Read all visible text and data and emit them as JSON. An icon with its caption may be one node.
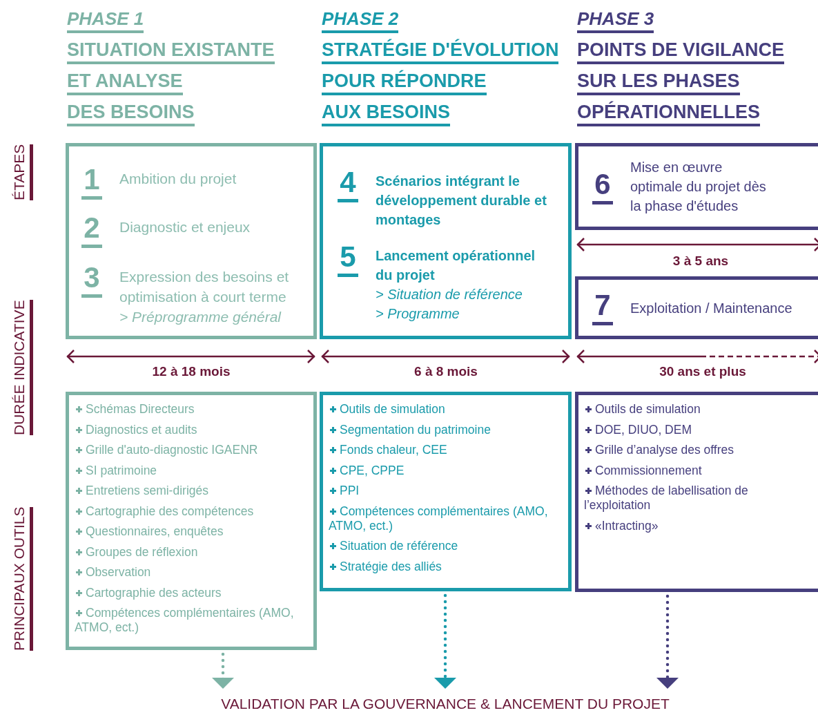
{
  "diagram": {
    "nodes": [
      {
        "text": [],
        "shape": "box"
      },
      {
        "text": [
          "1",
          "Ambition du projet"
        ],
        "in": 0
      },
      {
        "text": [
          "2",
          "Diagnostic et enjeux"
        ],
        "in": 0
      },
      {
        "text": [
          "3",
          "Expression des besoins et optimisation à court terme",
          "> Préprogramme général"
        ],
        "in": 0
      },
      {
        "text": [],
        "shape": "box"
      },
      {
        "text": [
          "4",
          "Scénarios intégrant le développement durable et montages"
        ],
        "in": 4
      },
      {
        "text": [
          "5",
          "Lancement opérationnel du projet",
          "> Situation de référence",
          "> Programme"
        ],
        "in": 4
      },
      {
        "text": [
          "6",
          "Mise en œuvre optimale du projet dès la phase d'études"
        ]
      },
      {
        "text": [
          "7",
          "Exploitation / Maintenance"
        ]
      },
      {
        "text": [
          "Schémas Directeurs",
          "Diagnostics et audits",
          "Grille d'auto-diagnostic IGAENR",
          "SI patrimoine",
          "Entretiens semi-dirigés",
          "Cartographie des compétences",
          "Questionnaires, enquêtes",
          "Groupes de réflexion",
          "Observation",
          "Cartographie des acteurs",
          "Compétences complémentaires (AMO, ATMO, ect.)"
        ]
      },
      {
        "text": [
          "Outils de simulation",
          "Segmentation du patrimoine",
          "Fonds chaleur, CEE",
          "CPE, CPPE",
          "PPI",
          "Compétences complémentaires (AMO, ATMO, ect.)",
          "Situation de référence",
          "Stratégie des alliés"
        ]
      },
      {
        "text": [
          "Outils de simulation",
          "DOE, DIUO, DEM",
          "Grille d’analyse des offres",
          "Commissionnement",
          "Méthodes de labellisation de l’exploitation",
          "«Intracting»"
        ]
      },
      {
        "text": [
          "VALIDATION PAR LA GOUVERNANCE & LANCEMENT DU PROJET"
        ]
      }
    ],
    "edges": [
      {
        "from": 9,
        "to": 12,
        "arrow": "to",
        "style": "dashed",
        "color": "#7db3a5"
      },
      {
        "from": 10,
        "to": 12,
        "arrow": "to",
        "style": "dashed",
        "color": "#1a9bab"
      },
      {
        "from": 11,
        "to": 12,
        "arrow": "to",
        "style": "dashed",
        "color": "#463f7e"
      }
    ],
    "labels": [
      "PHASE 1",
      "SITUATION EXISTANTE",
      "ET ANALYSE",
      "DES BESOINS",
      "PHASE 2",
      "STRATÉGIE D'ÉVOLUTION",
      "POUR RÉPONDRE",
      "AUX BESOINS",
      "PHASE 3",
      "POINTS DE VIGILANCE",
      "SUR LES PHASES",
      "OPÉRATIONNELLES",
      "ÉTAPES",
      "3 à 5 ans",
      "DURÉE INDICATIVE",
      "12 à 18 mois",
      "6 à 8 mois",
      "30 ans et plus",
      "PRINCIPAUX OUTILS"
    ]
  }
}
